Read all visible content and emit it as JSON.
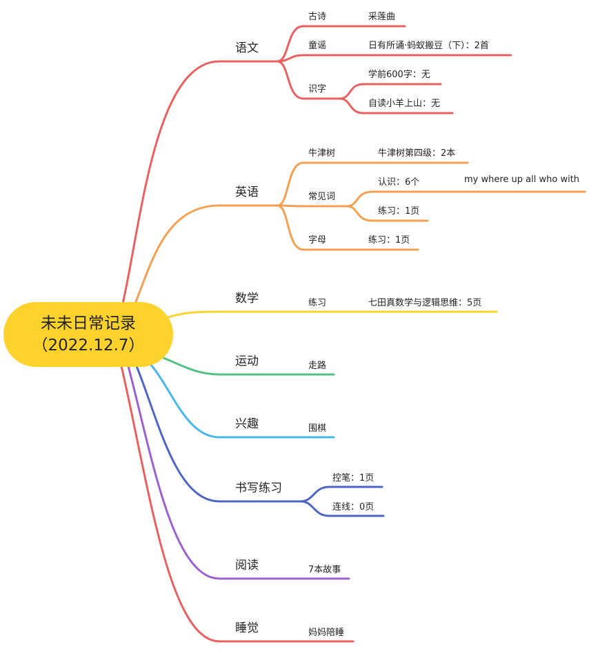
{
  "root": {
    "title": "未未日常记录",
    "date": "（2022.12.7）"
  },
  "colors": {
    "chinese": "#e86060",
    "english": "#f5a050",
    "math": "#fdd22d",
    "sport": "#4fc281",
    "hobby": "#45b7ec",
    "writing": "#4e66c3",
    "reading": "#9b5fd0",
    "sleep": "#e86060"
  },
  "topics": {
    "chinese": {
      "label": "语文",
      "poem": {
        "label": "古诗",
        "value": "采莲曲"
      },
      "rhyme": {
        "label": "童谣",
        "value": "日有所诵·蚂蚁搬豆（下）：2首"
      },
      "literacy": {
        "label": "识字",
        "items": [
          "学前600字：无",
          "自读小羊上山：无"
        ]
      }
    },
    "english": {
      "label": "英语",
      "oxford": {
        "label": "牛津树",
        "value": "牛津树第四级：2本"
      },
      "sight": {
        "label": "常见词",
        "recognize": "认识：6个",
        "words": "my where up all who with",
        "practice": "练习：1页"
      },
      "alphabet": {
        "label": "字母",
        "value": "练习：1页"
      }
    },
    "math": {
      "label": "数学",
      "practice": {
        "label": "练习",
        "value": "七田真数学与逻辑思维：5页"
      }
    },
    "sport": {
      "label": "运动",
      "item": "走路"
    },
    "hobby": {
      "label": "兴趣",
      "item": "围棋"
    },
    "writing": {
      "label": "书写练习",
      "items": [
        "控笔：1页",
        "连线：0页"
      ]
    },
    "reading": {
      "label": "阅读",
      "item": "7本故事"
    },
    "sleep": {
      "label": "睡觉",
      "item": "妈妈陪睡"
    }
  }
}
